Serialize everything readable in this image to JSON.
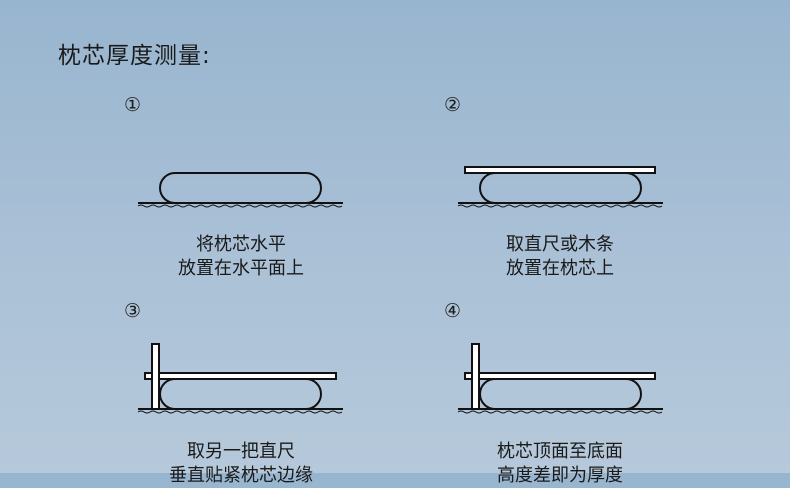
{
  "title": "枕芯厚度测量:",
  "steps": [
    {
      "number": "①",
      "line1": "将枕芯水平",
      "line2": "放置在水平面上"
    },
    {
      "number": "②",
      "line1": "取直尺或木条",
      "line2": "放置在枕芯上"
    },
    {
      "number": "③",
      "line1": "取另一把直尺",
      "line2": "垂直贴紧枕芯边缘"
    },
    {
      "number": "④",
      "line1": "枕芯顶面至底面",
      "line2": "高度差即为厚度"
    }
  ]
}
